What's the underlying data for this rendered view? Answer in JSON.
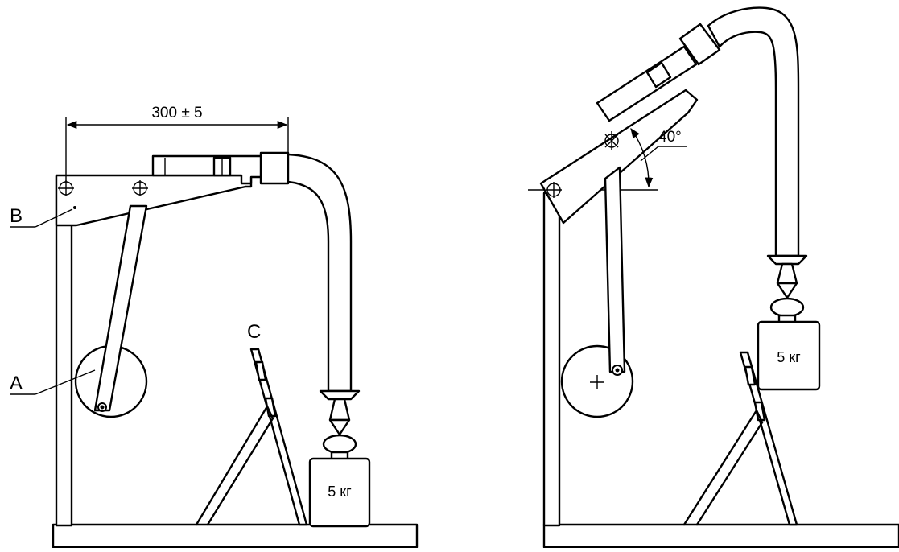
{
  "dimension_label": "300 ± 5",
  "labels": {
    "a": "A",
    "b": "B",
    "c": "C"
  },
  "angle_label": "40°",
  "weight_left": "5 кг",
  "weight_right": "5 кг"
}
